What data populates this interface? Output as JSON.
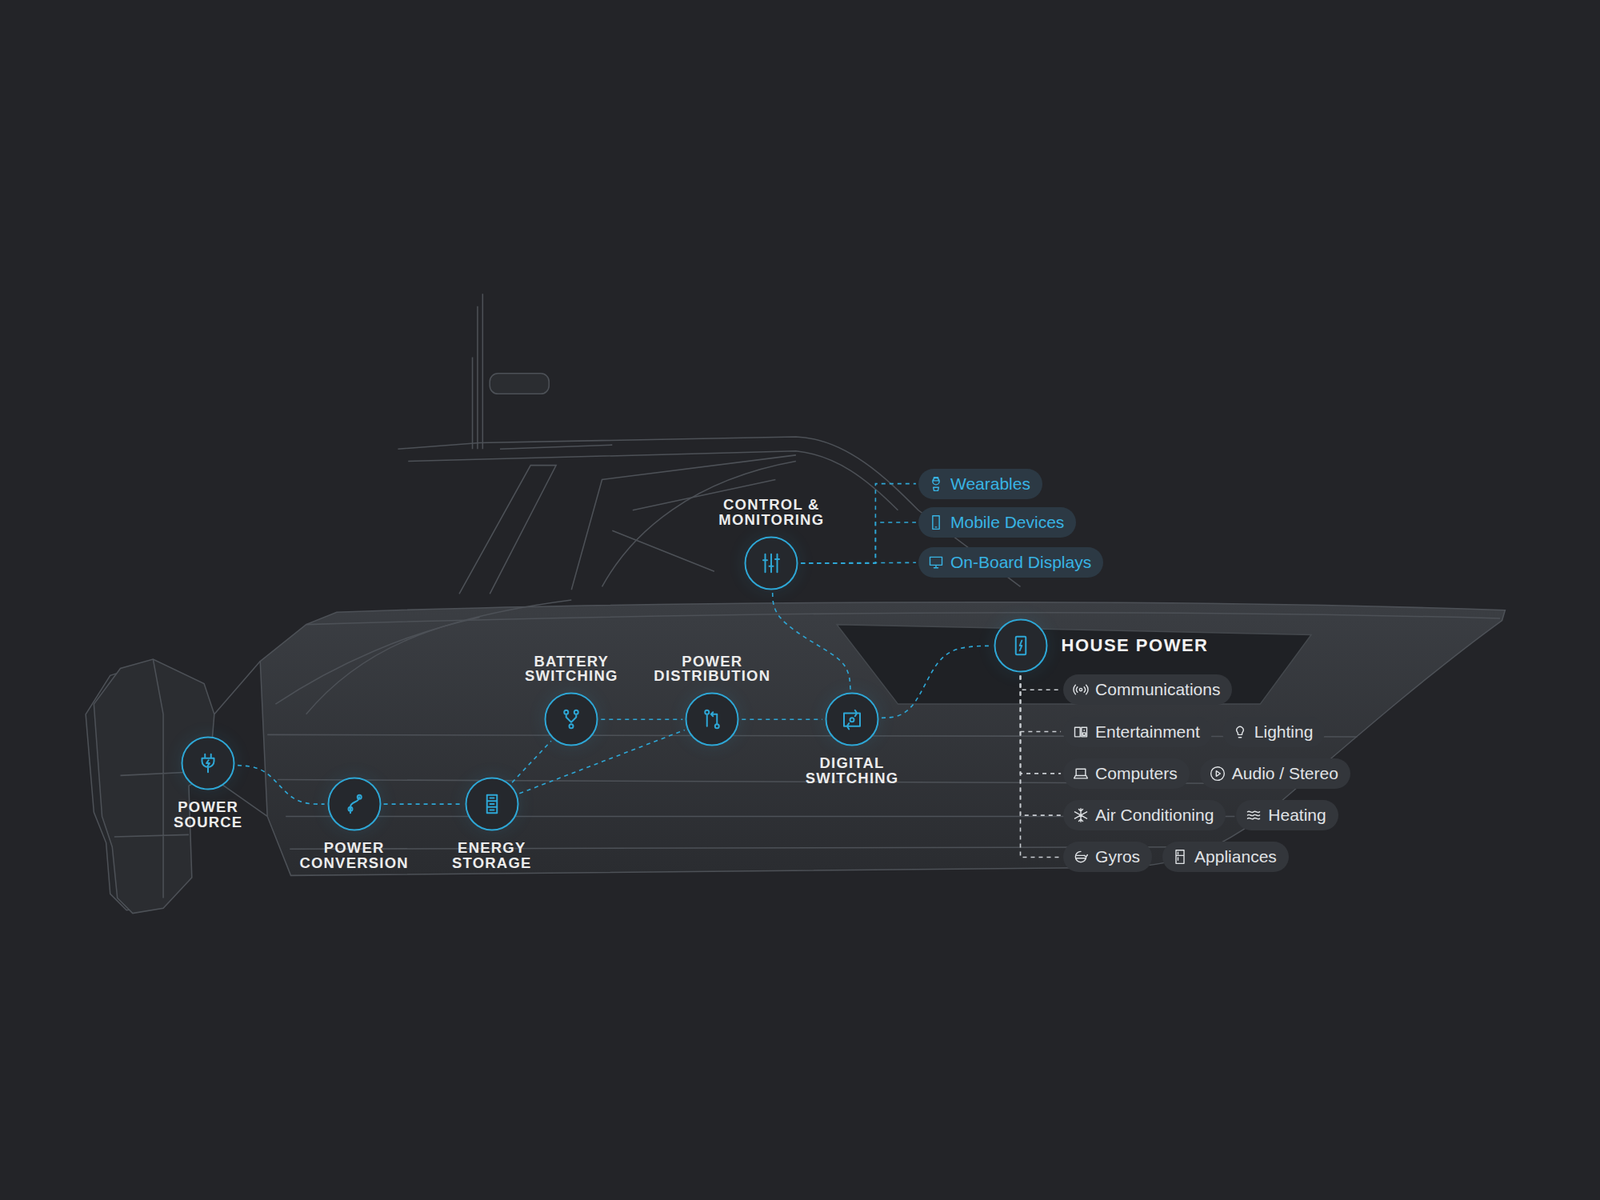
{
  "diagram": {
    "nodes": [
      {
        "text": [
          "POWER SOURCE"
        ]
      },
      {
        "text": [
          "POWER CONVERSION"
        ]
      },
      {
        "text": [
          "ENERGY STORAGE"
        ]
      },
      {
        "text": [
          "BATTERY SWITCHING"
        ]
      },
      {
        "text": [
          "POWER DISTRIBUTION"
        ]
      },
      {
        "text": [
          "DIGITAL SWITCHING"
        ]
      },
      {
        "text": [
          "CONTROL & MONITORING"
        ]
      },
      {
        "text": [
          "Wearables"
        ]
      },
      {
        "text": [
          "Mobile Devices"
        ]
      },
      {
        "text": [
          "On-Board Displays"
        ]
      },
      {
        "text": [
          "HOUSE POWER"
        ]
      },
      {
        "text": [
          "Communications"
        ]
      },
      {
        "text": [
          "Entertainment"
        ]
      },
      {
        "text": [
          "Lighting"
        ]
      },
      {
        "text": [
          "Computers"
        ]
      },
      {
        "text": [
          "Audio / Stereo"
        ]
      },
      {
        "text": [
          "Air Conditioning"
        ]
      },
      {
        "text": [
          "Heating"
        ]
      },
      {
        "text": [
          "Gyros"
        ]
      },
      {
        "text": [
          "Appliances"
        ]
      }
    ],
    "edges": [
      {
        "from": 0,
        "to": 1,
        "arrow": "none"
      },
      {
        "from": 1,
        "to": 2,
        "arrow": "none"
      },
      {
        "from": 2,
        "to": 3,
        "arrow": "none"
      },
      {
        "from": 2,
        "to": 4,
        "arrow": "none"
      },
      {
        "from": 3,
        "to": 4,
        "arrow": "none"
      },
      {
        "from": 4,
        "to": 5,
        "arrow": "none"
      },
      {
        "from": 6,
        "to": 5,
        "arrow": "none"
      },
      {
        "from": 5,
        "to": 10,
        "arrow": "none"
      },
      {
        "from": 6,
        "to": 7,
        "arrow": "none"
      },
      {
        "from": 6,
        "to": 8,
        "arrow": "none"
      },
      {
        "from": 6,
        "to": 9,
        "arrow": "none"
      },
      {
        "from": 10,
        "to": 11,
        "arrow": "none"
      },
      {
        "from": 10,
        "to": 12,
        "arrow": "none"
      },
      {
        "from": 10,
        "to": 14,
        "arrow": "none"
      },
      {
        "from": 10,
        "to": 16,
        "arrow": "none"
      },
      {
        "from": 10,
        "to": 18,
        "arrow": "none"
      }
    ]
  }
}
